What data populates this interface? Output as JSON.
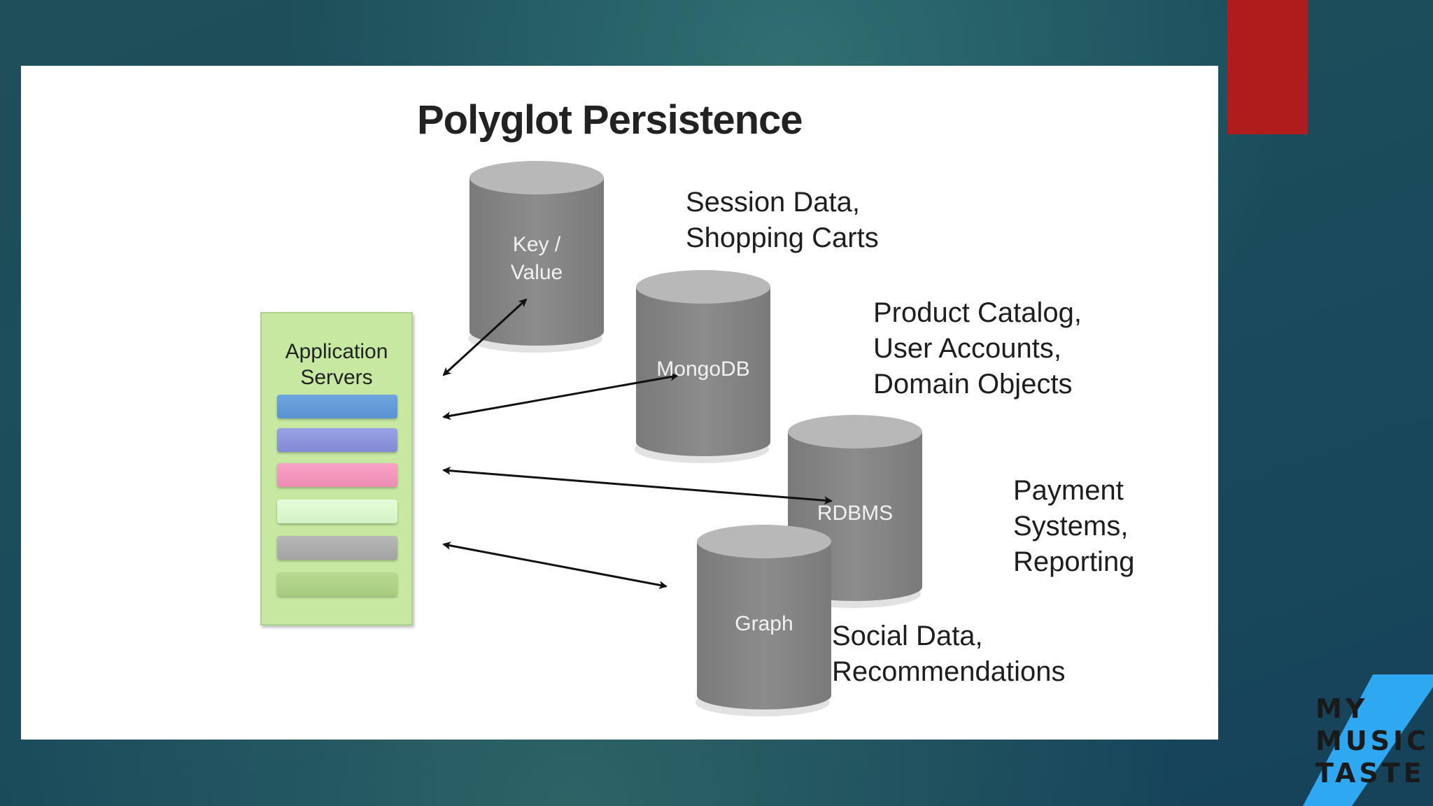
{
  "slide": {
    "title": "Polyglot Persistence"
  },
  "app_servers": {
    "label_line1": "Application",
    "label_line2": "Servers",
    "bar_colors": [
      "#6fa6e0",
      "#9aa2e6",
      "#f8a4c6",
      "#e6fbda",
      "#b8b8b8",
      "#b7d991"
    ]
  },
  "stores": [
    {
      "label_line1": "Key /",
      "label_line2": "Value",
      "notes": [
        "Session Data,",
        "Shopping Carts"
      ]
    },
    {
      "label_line1": "MongoDB",
      "notes": [
        "Product Catalog,",
        "User Accounts,",
        "Domain Objects"
      ]
    },
    {
      "label_line1": "RDBMS",
      "notes": [
        "Payment",
        "Systems,",
        "Reporting"
      ]
    },
    {
      "label_line1": "Graph",
      "notes": [
        "Social Data,",
        "Recommendations"
      ]
    }
  ],
  "branding": {
    "accent_color": "#b01c1b",
    "logo_lines": [
      "MY",
      "MUSIC",
      "TASTE"
    ],
    "logo_stripe_color": "#2ea8f0"
  }
}
